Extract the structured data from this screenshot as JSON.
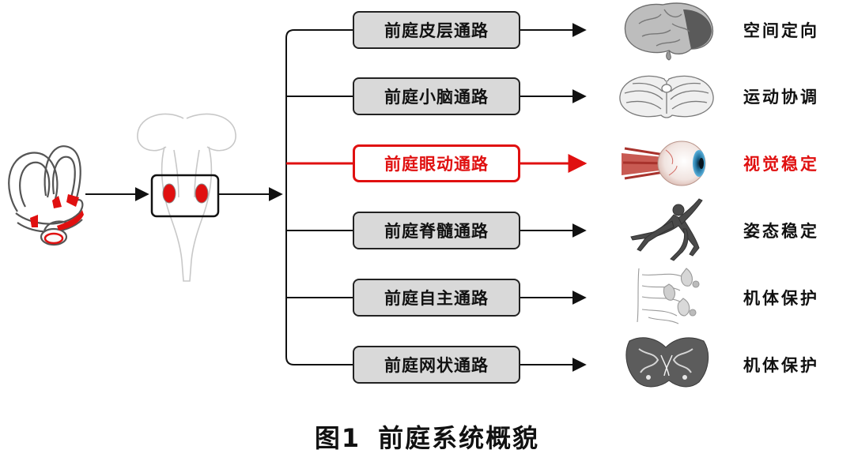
{
  "colors": {
    "highlight": "#e01010",
    "box_fill": "#d9d9d9",
    "line": "#111111"
  },
  "pathways": [
    {
      "label": "前庭皮层通路",
      "function": "空间定向",
      "highlight": false,
      "image": "brain-icon"
    },
    {
      "label": "前庭小脑通路",
      "function": "运动协调",
      "highlight": false,
      "image": "cerebellum-icon"
    },
    {
      "label": "前庭眼动通路",
      "function": "视觉稳定",
      "highlight": true,
      "image": "eye-icon"
    },
    {
      "label": "前庭脊髓通路",
      "function": "姿态稳定",
      "highlight": false,
      "image": "running-figure-icon"
    },
    {
      "label": "前庭自主通路",
      "function": "机体保护",
      "highlight": false,
      "image": "autonomic-nerves-icon"
    },
    {
      "label": "前庭网状通路",
      "function": "机体保护",
      "highlight": false,
      "image": "brainstem-section-icon"
    }
  ],
  "caption": {
    "figure": "图1",
    "title": "前庭系统概貌"
  }
}
